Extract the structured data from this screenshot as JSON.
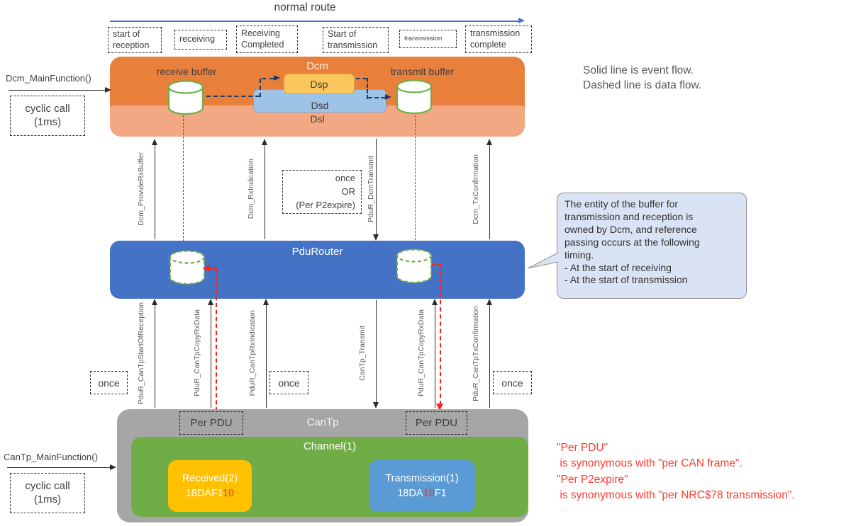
{
  "header": {
    "route_label": "normal route",
    "stages": [
      "start of\nreception",
      "receiving",
      "Receiving\nCompleted",
      "Start of\ntransmission",
      "transmission",
      "transmission\ncomplete"
    ]
  },
  "left_panel": {
    "dcm_main_function": "Dcm_MainFunction()",
    "cantp_main_function": "CanTp_MainFunction()",
    "cyclic_call_box": "cyclic call\n(1ms)"
  },
  "dcm": {
    "title": "Dcm",
    "receive_buffer_label": "receive buffer",
    "transmit_buffer_label": "transmit buffer",
    "dsp": "Dsp",
    "dsd": "Dsd",
    "dsl": "Dsl"
  },
  "dcm_pdur_calls": {
    "provide_rx_buffer": "Dcm_ProvideRxBuffer",
    "rx_indication": "Dcm_RxIndication",
    "transmit": "PduR_DcmTransmit",
    "tx_confirmation": "Dcm_TxConfirmation",
    "once_or_box": "once\nOR\n(Per P2expire)"
  },
  "pdurouter": {
    "title": "PduRouter"
  },
  "pdur_cantp_calls": {
    "start_of_reception": "PduR_CanTpStartOfReception",
    "copy_rx_data": "PduR_CanTpCopyRxData",
    "rx_indication": "PduR_CanTpRxIndication",
    "transmit": "CanTp_Transmit",
    "copy_rx_data_tx_side": "PduR_CanTpCopyRxData",
    "tx_confirmation": "PduR_CanTpTxConfirmation",
    "once": "once"
  },
  "cantp": {
    "title": "CanTp",
    "per_pdu": "Per PDU",
    "channel": "Channel(1)",
    "received": {
      "label": "Received(2)",
      "id_prefix": "18DAF1",
      "id_red": "10",
      "id_suffix": ""
    },
    "transmission": {
      "label": "Transmission(1)",
      "id_prefix": "18DA",
      "id_red": "10",
      "id_suffix": "F1"
    }
  },
  "annotations": {
    "legend": "Solid line is event flow.\nDashed line is data flow.",
    "bubble": "The entity of the buffer for\ntransmission and reception is\nowned by Dcm, and reference\npassing occurs at the following\ntiming.\n- At the start of receiving\n- At the start of transmission",
    "red_note": "\"Per PDU\"\n is synonymous with \"per CAN frame\".\n\"Per P2expire\"\n is synonymous with \"per NRC$78 transmission\"."
  },
  "colors": {
    "dcm_orange": "#E8803C",
    "dsl_salmon": "#F2A983",
    "dsp_yellow": "#FBC75D",
    "dsd_blue": "#9DC3E6",
    "pdurouter_blue": "#4472C4",
    "cantp_gray": "#A6A6A6",
    "channel_green": "#70AD47",
    "received_yellow": "#FFC000",
    "transmission_blue": "#5B9BD5",
    "event_black": "#2b2b2b",
    "data_navy": "#1F3864",
    "reference_red": "#F52222",
    "bubble_fill": "#DAE3F3",
    "red_digit": "#E8392E",
    "cylinder_green": "#6FAE46"
  }
}
